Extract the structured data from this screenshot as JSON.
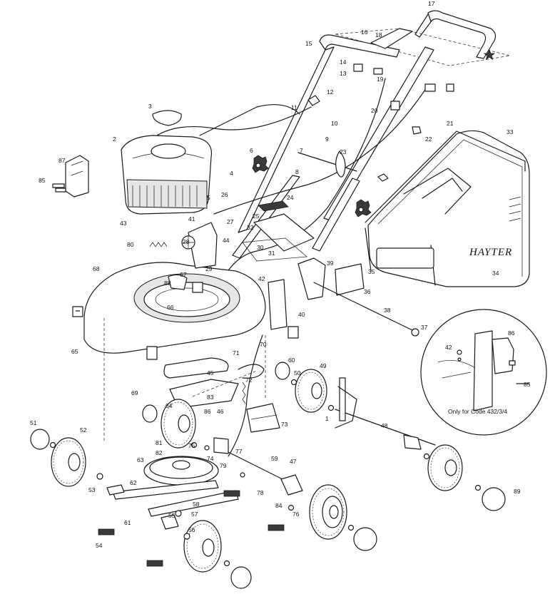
{
  "brand_label": "HAYTER",
  "inset_note": "Only for Code 432/3/4",
  "callouts": [
    "1",
    "2",
    "3",
    "4",
    "5",
    "6",
    "7",
    "8",
    "9",
    "10",
    "11",
    "12",
    "13",
    "14",
    "15",
    "16",
    "17",
    "18",
    "19",
    "20",
    "21",
    "22",
    "23",
    "24",
    "25",
    "26",
    "27",
    "28",
    "29",
    "30",
    "31",
    "32",
    "33",
    "34",
    "35",
    "36",
    "37",
    "38",
    "39",
    "40",
    "41",
    "42",
    "43",
    "44",
    "45",
    "46",
    "47",
    "48",
    "49",
    "50",
    "51",
    "52",
    "53",
    "54",
    "55",
    "56",
    "57",
    "58",
    "59",
    "60",
    "61",
    "62",
    "63",
    "64",
    "65",
    "66",
    "67",
    "68",
    "69",
    "70",
    "71",
    "72",
    "73",
    "74",
    "75",
    "76",
    "77",
    "78",
    "79",
    "80",
    "81",
    "82",
    "83",
    "84",
    "85",
    "86",
    "87",
    "88",
    "89"
  ]
}
